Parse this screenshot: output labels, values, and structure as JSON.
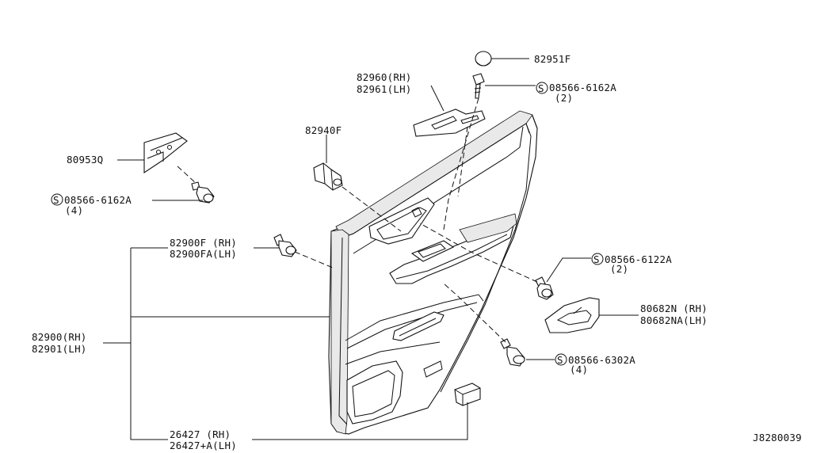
{
  "diagram": {
    "id_code": "J8280039",
    "symbol_letter": "S",
    "labels": {
      "p82951F": "82951F",
      "p82960": "82960(RH)",
      "p82961": "82961(LH)",
      "s08566_6162A_top": "08566-6162A",
      "s08566_6162A_top_qty": "(2)",
      "p82940F": "82940F",
      "p80953Q": "80953Q",
      "s08566_6162A_left": "08566-6162A",
      "s08566_6162A_left_qty": "(4)",
      "p82900F": "82900F (RH)",
      "p82900FA": "82900FA(LH)",
      "s08566_6122A": "08566-6122A",
      "s08566_6122A_qty": "(2)",
      "p80682N": "80682N (RH)",
      "p80682NA": "80682NA(LH)",
      "p82900": "82900(RH)",
      "p82901": "82901(LH)",
      "s08566_6302A": "08566-6302A",
      "s08566_6302A_qty": "(4)",
      "p26427": "26427   (RH)",
      "p26427A": "26427+A(LH)"
    }
  }
}
